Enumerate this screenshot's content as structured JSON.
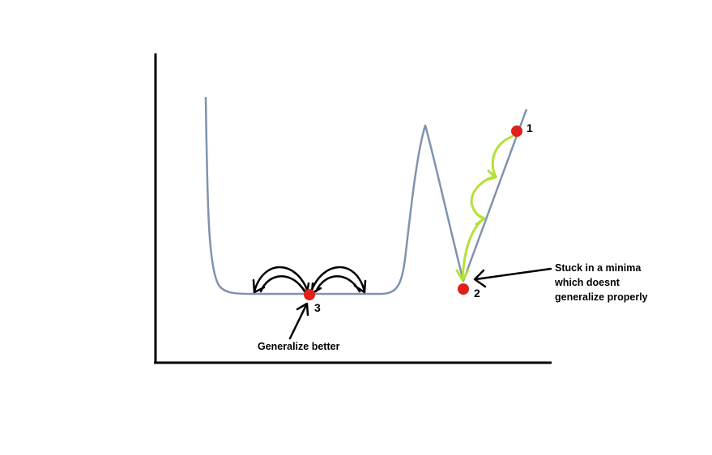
{
  "points": [
    {
      "id": "1",
      "label": "1"
    },
    {
      "id": "2",
      "label": "2"
    },
    {
      "id": "3",
      "label": "3"
    }
  ],
  "annotations": {
    "stuck": {
      "lines": [
        "Stuck in a minima",
        "which doesnt",
        "generalize properly"
      ]
    },
    "generalize": {
      "text": "Generalize better"
    }
  },
  "colors": {
    "axis": "#000000",
    "curve": "#7f93ad",
    "point": "#e0201c",
    "path_arrow": "#b5e03a",
    "bounce_arrow": "#000000",
    "background": "#ffffff"
  }
}
